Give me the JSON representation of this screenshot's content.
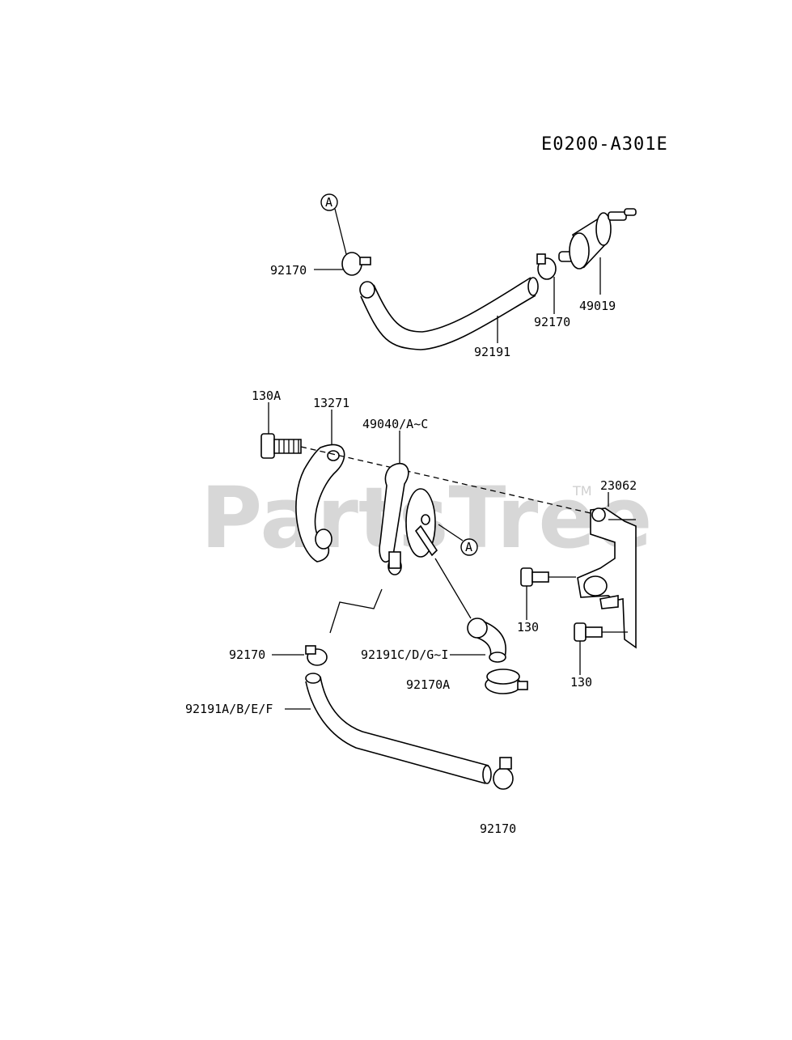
{
  "diagram_code": "E0200-A301E",
  "watermark": {
    "brand": "PartsTree",
    "trademark": "TM"
  },
  "callout_letter": "A",
  "labels": {
    "clamp_upper_left": "92170",
    "clamp_upper_right": "92170",
    "fuel_filter": "49019",
    "hose_upper": "92191",
    "bolt_130A": "130A",
    "gasket": "13271",
    "fuel_pump": "49040/A~C",
    "bracket": "23062",
    "bolt_130_upper": "130",
    "bolt_130_lower": "130",
    "clamp_mid_left": "92170",
    "hose_elbow": "92191C/D/G~I",
    "clamp_elbow": "92170A",
    "hose_lower": "92191A/B/E/F",
    "clamp_bottom": "92170"
  },
  "colors": {
    "ink": "#000000",
    "watermark": "#d7d7d7",
    "background": "#ffffff"
  }
}
